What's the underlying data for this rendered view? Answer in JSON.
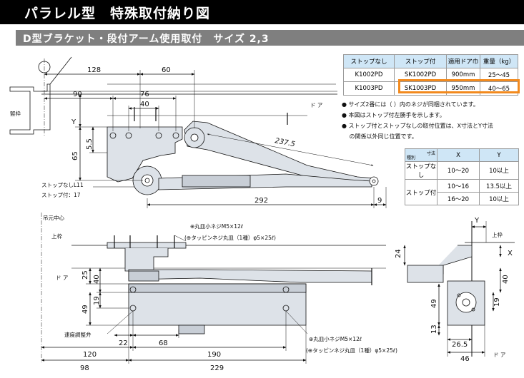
{
  "header": {
    "title": "パラレル型　特殊取付納り図",
    "subtitle": "D型ブラケット・段付アーム使用取付　サイズ 2,3"
  },
  "spec_table": {
    "headers": [
      "ストップなし",
      "ストップ付",
      "適用ドア巾",
      "重量（kg）"
    ],
    "rows": [
      [
        "K1002PD",
        "SK1002PD",
        "900mm",
        "25～45"
      ],
      [
        "K1003PD",
        "SK1003PD",
        "950mm",
        "40～65"
      ]
    ]
  },
  "notes": [
    "● サイズ2番には（ ）内のネジが同梱されています。",
    "● 本図はストップ付左勝手を示します。",
    "● ストップ付とストップなしの取付位置は、X寸法とY寸法",
    "　 の関係以外同じ位置です。"
  ],
  "xy_table": {
    "corner_top": "寸法",
    "corner_bottom": "種別",
    "col_x": "X",
    "col_y": "Y",
    "rows": [
      {
        "type": "ストップなし",
        "x": "10～20",
        "y": "10以上"
      },
      {
        "type": "ストップ付",
        "x": "10～16",
        "y": "13.5以上"
      },
      {
        "type": "",
        "x": "16～20",
        "y": "10以上"
      }
    ]
  },
  "top_view": {
    "frame_label": "竪枠",
    "door_label": "ド ア",
    "stop_none": "ストップなしL11",
    "stop_with": "ストップ付：17",
    "dims": {
      "d128": "128",
      "d60": "60",
      "d90": "90",
      "d76": "76",
      "d40": "40",
      "y": "Y",
      "d55": "5.5",
      "d65": "65",
      "d2375": "237.5",
      "d292": "292",
      "d9": "9"
    }
  },
  "front_view": {
    "hinge_center": "吊元中心",
    "upper_frame": "上枠",
    "door_label": "ド ア",
    "speed_valve": "速度調整弁",
    "screw_top_1": "⊕丸皿小ネジM5×12ℓ",
    "screw_top_2": "(⊕タッピンネジ丸皿（1種）φ5×25ℓ)",
    "screw_bot_1": "⊕丸皿小ネジM5×12ℓ",
    "screw_bot_2": "(⊕タッピンネジ丸皿（1種）φ5×25ℓ)",
    "dims": {
      "d25": "25",
      "d40": "40",
      "d49": "49",
      "d19": "19",
      "d22": "22",
      "d68": "68",
      "d120": "120",
      "d190": "190",
      "d98": "98",
      "d229": "229"
    }
  },
  "side_view": {
    "upper_frame": "上枠",
    "door_label": "ド ア",
    "dims": {
      "y": "Y",
      "x": "X",
      "d24": "24",
      "d40": "40",
      "d49": "49",
      "d19": "19",
      "d13": "13",
      "d265": "26.5",
      "d46": "46"
    }
  }
}
